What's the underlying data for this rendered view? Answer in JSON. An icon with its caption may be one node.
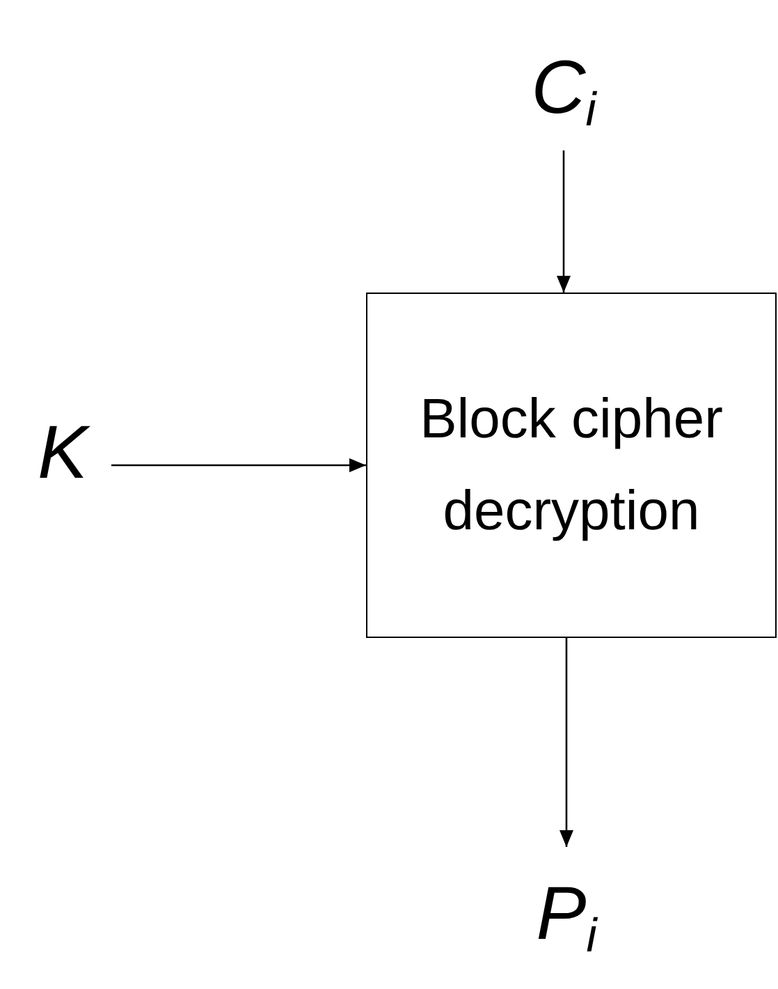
{
  "diagram": {
    "nodes": [
      {
        "text": [
          "C$_{i}$"
        ]
      },
      {
        "text": [
          "K"
        ]
      },
      {
        "text": [
          "Block cipher decryption"
        ]
      },
      {
        "text": [
          "P$_{i}$"
        ]
      }
    ],
    "edges": [
      {
        "from": 0,
        "to": 2,
        "arrow": "to"
      },
      {
        "from": 1,
        "to": 2,
        "arrow": "to"
      },
      {
        "from": 2,
        "to": 3,
        "arrow": "to"
      }
    ]
  }
}
